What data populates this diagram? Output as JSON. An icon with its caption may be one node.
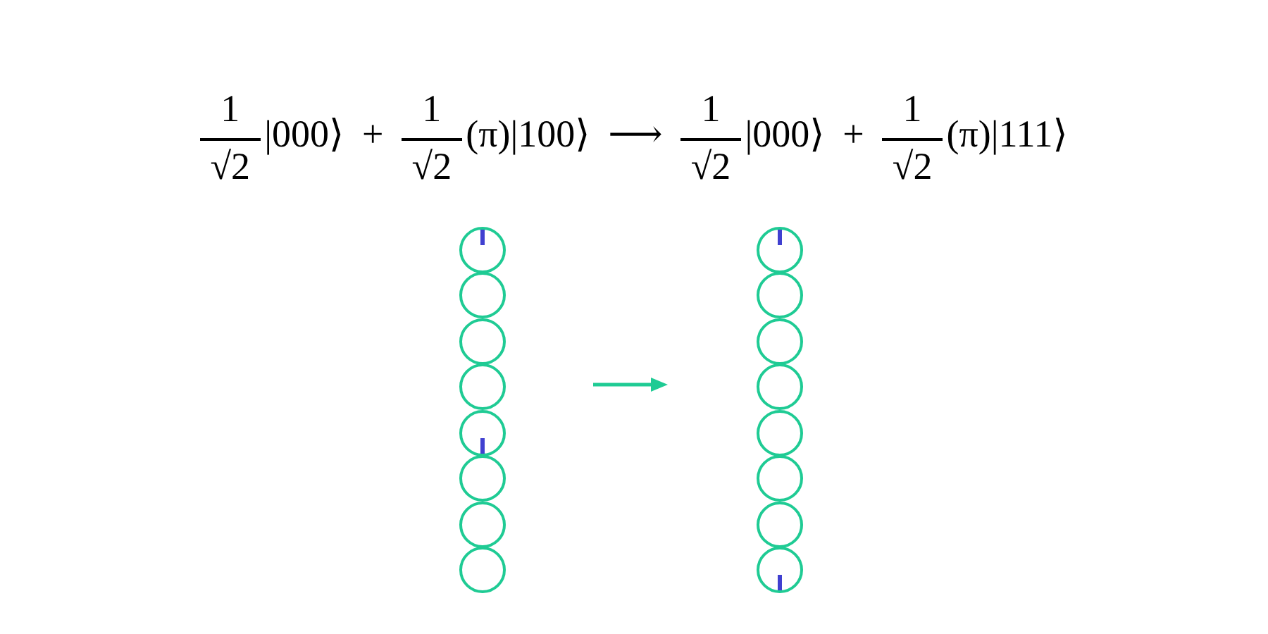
{
  "diagram": {
    "nodes": [
      {
        "text": [],
        "shape": "circle"
      },
      {
        "text": [],
        "shape": "circle"
      },
      {
        "text": [],
        "shape": "circle"
      },
      {
        "text": [],
        "shape": "circle"
      },
      {
        "text": [],
        "shape": "circle"
      },
      {
        "text": [],
        "shape": "circle"
      },
      {
        "text": [],
        "shape": "circle"
      },
      {
        "text": [],
        "shape": "circle"
      },
      {
        "text": [],
        "shape": "circle"
      },
      {
        "text": [],
        "shape": "circle"
      },
      {
        "text": [],
        "shape": "circle"
      },
      {
        "text": [],
        "shape": "circle"
      },
      {
        "text": [],
        "shape": "circle"
      },
      {
        "text": [],
        "shape": "circle"
      },
      {
        "text": [],
        "shape": "circle"
      },
      {
        "text": [],
        "shape": "circle"
      }
    ],
    "labels": [
      "1",
      "√2",
      "|000⟩",
      "+",
      "1",
      "√2",
      "(π)|100⟩",
      "⟶",
      "1",
      "√2",
      "|000⟩",
      "+",
      "1",
      "√2",
      "(π)|111⟩"
    ]
  }
}
